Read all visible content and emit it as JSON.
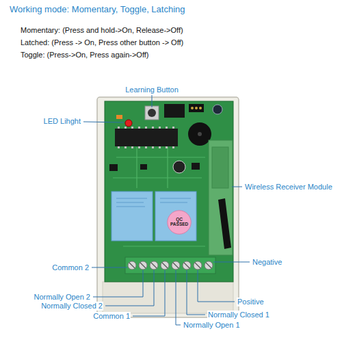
{
  "diagram": {
    "title": "Working mode: Momentary, Toggle, Latching",
    "nodes": [
      {
        "text": [
          "QC PASSED"
        ]
      }
    ],
    "labels": [
      "Momentary: (Press and hold->On, Release->Off)",
      "Latched: (Press -> On, Press other button -> Off)",
      "Toggle: (Press->On, Press again->Off)",
      "Learning Button",
      "LED Lihght",
      "Wireless Receiver Module",
      "Common 2",
      "Negative",
      "Normally Open 2",
      "Normally Closed 2",
      "Positive",
      "Common 1",
      "Normally Closed 1",
      "Normally Open 1"
    ]
  }
}
